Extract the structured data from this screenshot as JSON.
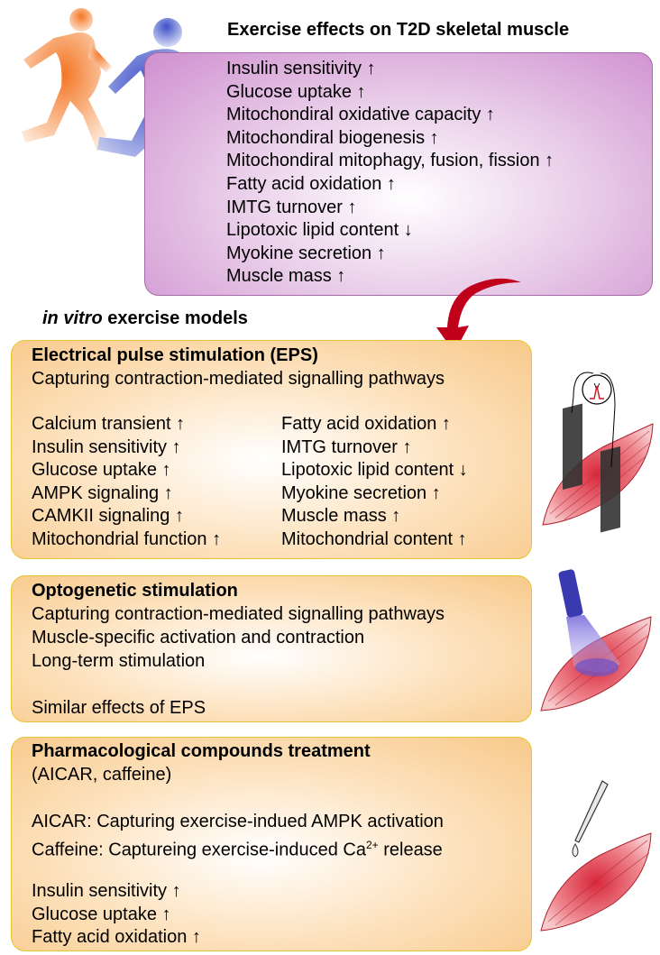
{
  "header": {
    "title": "Exercise effects on T2D skeletal muscle",
    "effects": [
      "Insulin sensitivity ↑",
      "Glucose uptake ↑",
      "Mitochondiral oxidative capacity ↑",
      "Mitochondiral biogenesis ↑",
      "Mitochondiral mitophagy, fusion, fission ↑",
      "Fatty acid oxidation ↑",
      "IMTG turnover ↑",
      "Lipotoxic lipid content ↓",
      "Myokine secretion ↑",
      "Muscle mass ↑"
    ]
  },
  "models_heading": {
    "italic": "in vitro",
    "rest": " exercise models"
  },
  "eps": {
    "title": "Electrical pulse stimulation (EPS)",
    "subtitle": "Capturing contraction-mediated signalling pathways",
    "left": [
      "Calcium transient ↑",
      "Insulin sensitivity ↑",
      "Glucose uptake ↑",
      "AMPK signaling ↑",
      "CAMKII signaling ↑",
      "Mitochondrial function ↑"
    ],
    "right": [
      "Fatty acid oxidation ↑",
      "IMTG turnover ↑",
      "Lipotoxic lipid content ↓",
      "Myokine secretion ↑",
      "Muscle mass ↑",
      "Mitochondrial content ↑"
    ],
    "meter_label": "V"
  },
  "opto": {
    "title": "Optogenetic stimulation",
    "lines": [
      "Capturing contraction-mediated signalling pathways",
      "Muscle-specific activation and contraction",
      "Long-term stimulation"
    ],
    "footer": "Similar effects of EPS"
  },
  "pharma": {
    "title": "Pharmacological compounds treatment",
    "compounds": "(AICAR, caffeine)",
    "aicar": "AICAR: Capturing exercise-indued AMPK activation",
    "caffeine_pre": "Caffeine: Captureing exercise-induced Ca",
    "caffeine_sup": "2+",
    "caffeine_post": " release",
    "effects": [
      "Insulin sensitivity ↑",
      "Glucose uptake ↑",
      "Fatty acid oxidation ↑"
    ]
  },
  "colors": {
    "purple_panel": "#cf8fcf",
    "orange_panel": "#f8c98a",
    "orange_border": "#e6c42e",
    "arrow": "#c0001a",
    "runner_front": "#5a6fd0",
    "runner_back": "#f08a3a"
  }
}
